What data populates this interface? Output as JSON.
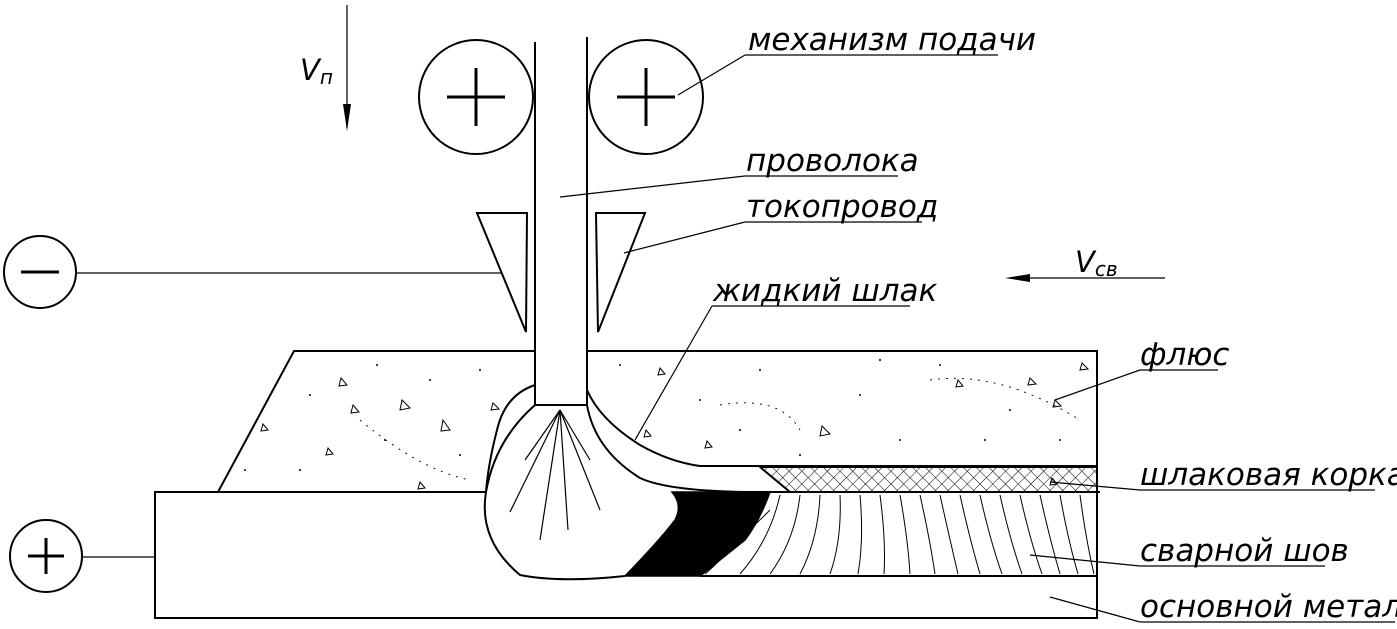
{
  "labels": {
    "feed_mechanism": "механизм подачи",
    "wire": "проволока",
    "current_lead": "токопровод",
    "liquid_slag": "жидкий шлак",
    "flux": "флюс",
    "slag_crust": "шлаковая корка",
    "weld_seam": "сварной шов",
    "base_metal": "основной металл"
  },
  "symbols": {
    "feed_speed_main": "V",
    "feed_speed_sub": "п",
    "weld_speed_main": "V",
    "weld_speed_sub": "св"
  },
  "icons": {
    "negative_terminal": "minus-circle-icon",
    "positive_terminal": "plus-circle-icon",
    "feed_roller": "plus-circle-icon"
  },
  "colors": {
    "line": "#000000",
    "background": "#ffffff"
  }
}
